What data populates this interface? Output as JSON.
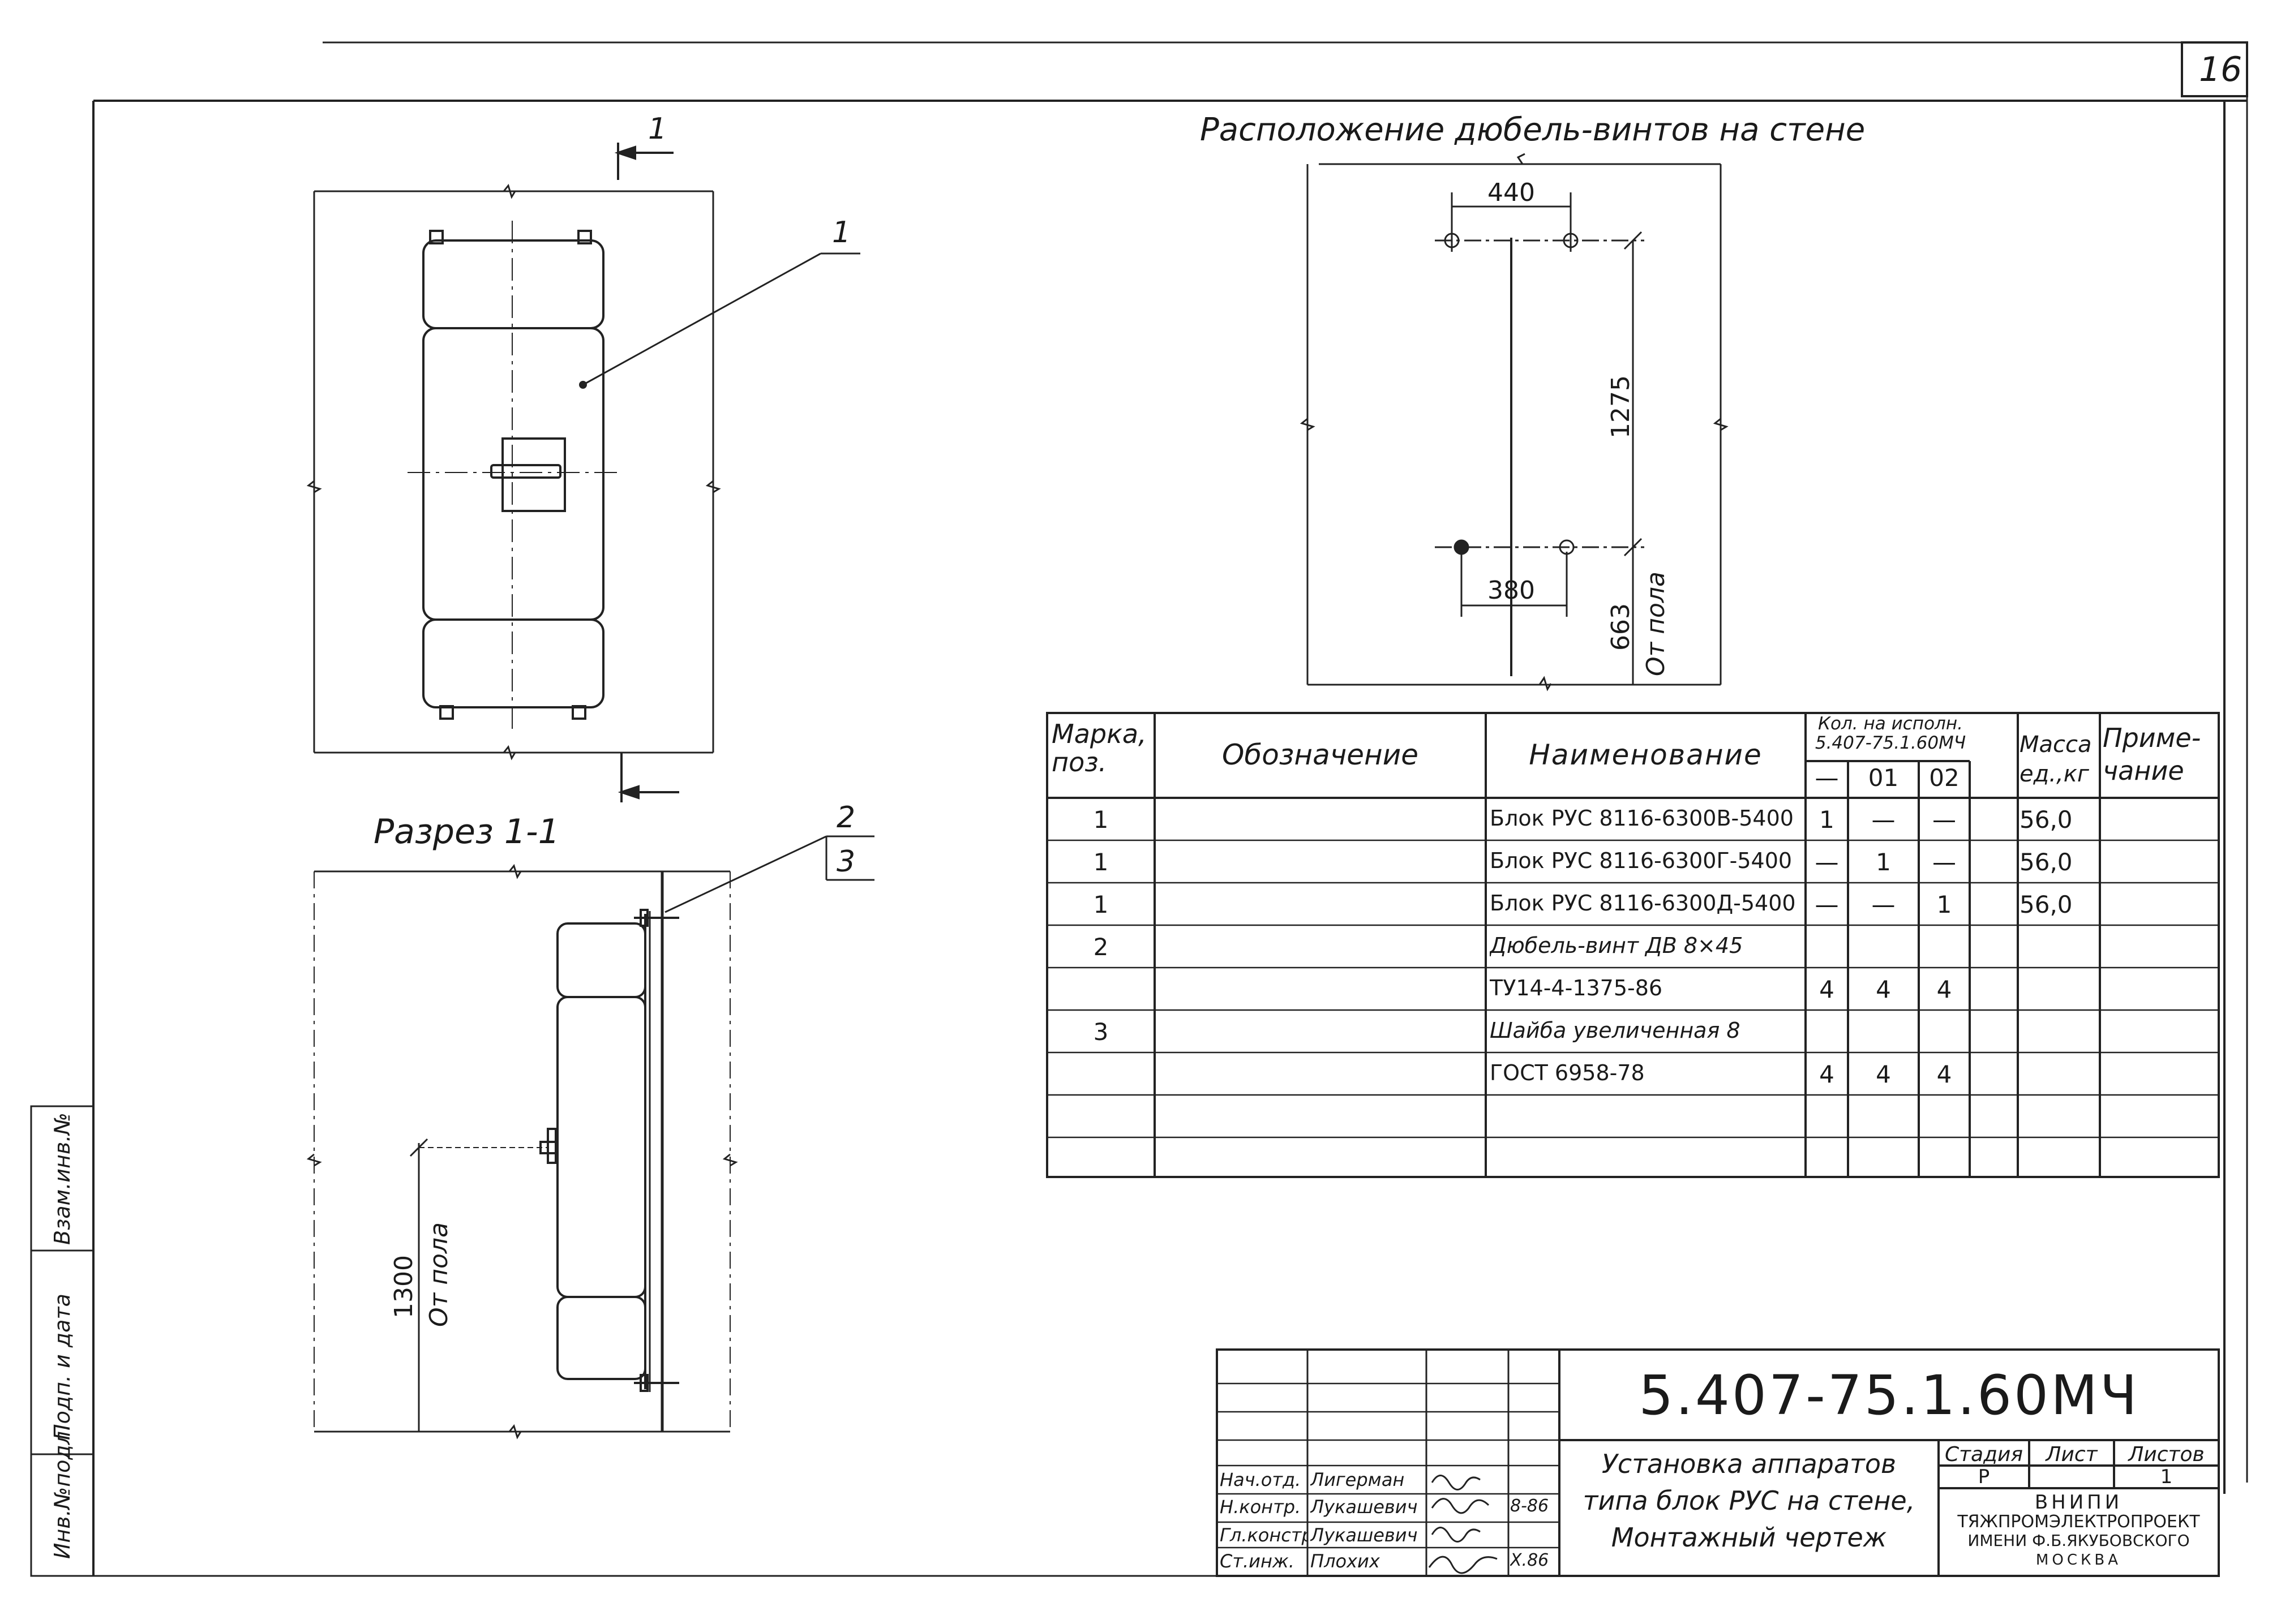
{
  "sheet": {
    "number": "16"
  },
  "sidebar_stamp": {
    "labels": [
      "Инв.№подл.",
      "Подп. и дата",
      "Взам.инв.№"
    ]
  },
  "plan_view": {
    "section_mark": "1",
    "callout_item": "1"
  },
  "dowel_layout": {
    "title": "Расположение дюбель-винтов на стене",
    "dim_top": "440",
    "dim_vertical": "1275",
    "dim_bottom": "380",
    "dim_floor": "663",
    "floor_label": "От пола"
  },
  "section_view": {
    "title": "Разрез 1-1",
    "callout_top": "2",
    "callout_bottom": "3",
    "dim_height": "1300",
    "floor_label": "От пола"
  },
  "spec_table": {
    "headers": {
      "mark": "Марка, поз.",
      "designation": "Обозначение",
      "name": "Наименование",
      "qty_group": "Кол. на исполн. 5.407-75.1.60МЧ",
      "qty_cols": [
        "—",
        "01",
        "02"
      ],
      "mass": "Масса ед.,кг",
      "note": "Приме- чание"
    },
    "rows": [
      {
        "mark": "1",
        "name": "Блок РУС 8116-6300В-5400",
        "q0": "1",
        "q1": "—",
        "q2": "—",
        "mass": "56,0"
      },
      {
        "mark": "1",
        "name": "Блок РУС 8116-6300Г-5400",
        "q0": "—",
        "q1": "1",
        "q2": "—",
        "mass": "56,0"
      },
      {
        "mark": "1",
        "name": "Блок РУС 8116-6300Д-5400",
        "q0": "—",
        "q1": "—",
        "q2": "1",
        "mass": "56,0"
      },
      {
        "mark": "2",
        "name": "Дюбель-винт ДВ 8×45",
        "q0": "",
        "q1": "",
        "q2": "",
        "mass": ""
      },
      {
        "mark": "",
        "name": "ТУ14-4-1375-86",
        "q0": "4",
        "q1": "4",
        "q2": "4",
        "mass": ""
      },
      {
        "mark": "3",
        "name": "Шайба увеличенная 8",
        "q0": "",
        "q1": "",
        "q2": "",
        "mass": ""
      },
      {
        "mark": "",
        "name": "ГОСТ 6958-78",
        "q0": "4",
        "q1": "4",
        "q2": "4",
        "mass": ""
      }
    ]
  },
  "title_block": {
    "doc_code": "5.407-75.1.60МЧ",
    "title": [
      "Установка аппаратов",
      "типа блок РУС на стене,",
      "Монтажный чертеж"
    ],
    "stage_label": "Стадия",
    "sheet_label": "Лист",
    "sheets_label": "Листов",
    "stage": "Р",
    "sheets_total": "1",
    "org": [
      "ВНИПИ",
      "ТЯЖПРОМЭЛЕКТРОПРОЕКТ",
      "ИМЕНИ Ф.Б.ЯКУБОВСКОГО",
      "МОСКВА"
    ],
    "signers": [
      {
        "role": "Нач.отд.",
        "name": "Лигерман",
        "date": ""
      },
      {
        "role": "Н.контр.",
        "name": "Лукашевич",
        "date": "8-86"
      },
      {
        "role": "Гл.констр.",
        "name": "Лукашевич",
        "date": ""
      },
      {
        "role": "Ст.инж.",
        "name": "Плохих",
        "date": "X.86"
      }
    ]
  }
}
